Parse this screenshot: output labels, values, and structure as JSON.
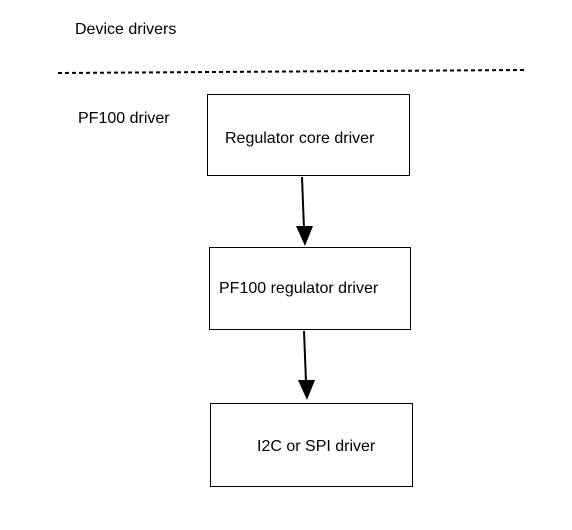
{
  "layer_title": "Device drivers",
  "group_label": "PF100 driver",
  "boxes": [
    {
      "label": "Regulator core driver"
    },
    {
      "label": "PF100 regulator driver"
    },
    {
      "label": "I2C or SPI driver"
    }
  ]
}
